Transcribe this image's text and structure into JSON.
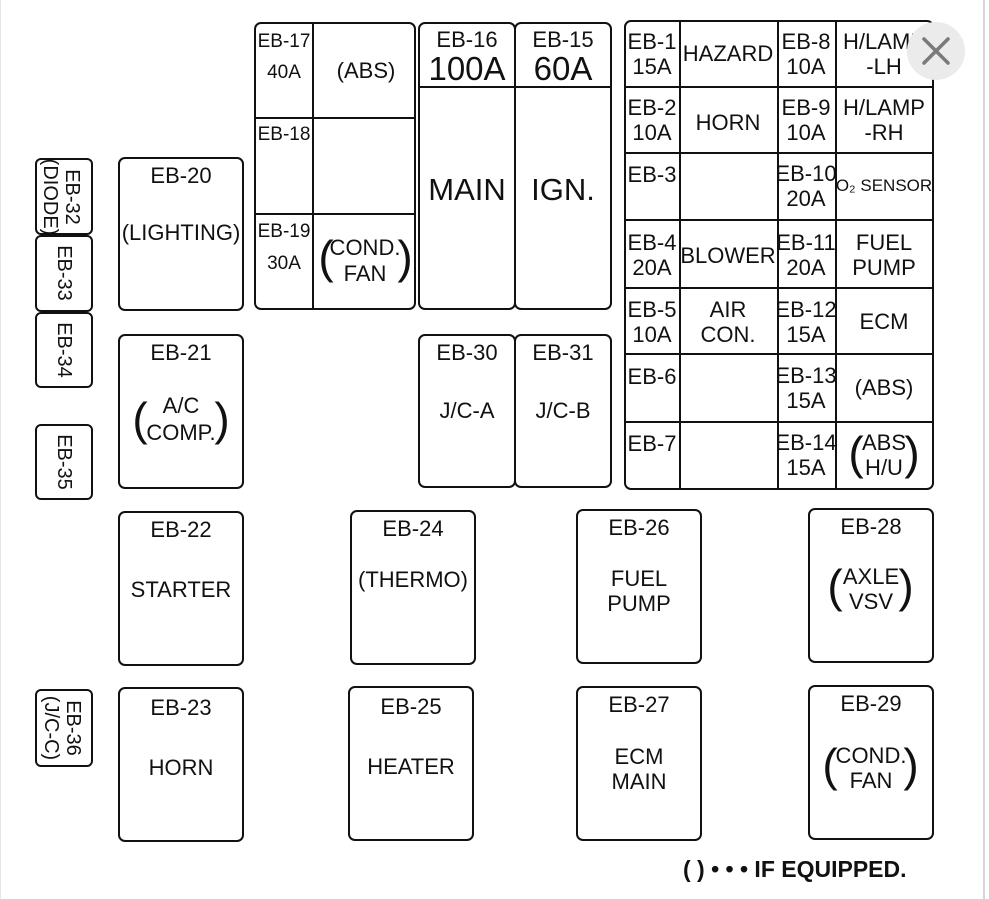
{
  "diagram": {
    "block_a": {
      "eb17": {
        "id": "EB-17",
        "amp": "40A",
        "label": "(ABS)"
      },
      "eb18": {
        "id": "EB-18"
      },
      "eb19": {
        "id": "EB-19",
        "amp": "30A",
        "label_l1": "COND.",
        "label_l2": "FAN"
      },
      "eb16": {
        "id": "EB-16",
        "amp": "100A",
        "label": "MAIN"
      },
      "eb15": {
        "id": "EB-15",
        "amp": "60A",
        "label": "IGN."
      }
    },
    "block_b": {
      "eb1": {
        "id": "EB-1",
        "amp": "15A",
        "label": "HAZARD"
      },
      "eb2": {
        "id": "EB-2",
        "amp": "10A",
        "label": "HORN"
      },
      "eb3": {
        "id": "EB-3"
      },
      "eb4": {
        "id": "EB-4",
        "amp": "20A",
        "label": "BLOWER"
      },
      "eb5": {
        "id": "EB-5",
        "amp": "10A",
        "label_l1": "AIR",
        "label_l2": "CON."
      },
      "eb6": {
        "id": "EB-6"
      },
      "eb7": {
        "id": "EB-7"
      },
      "eb8": {
        "id": "EB-8",
        "amp": "10A",
        "label_l1": "H/LAMP",
        "label_l2": "-LH"
      },
      "eb9": {
        "id": "EB-9",
        "amp": "10A",
        "label_l1": "H/LAMP",
        "label_l2": "-RH"
      },
      "eb10": {
        "id": "EB-10",
        "amp": "20A",
        "label": "O₂ SENSOR"
      },
      "eb11": {
        "id": "EB-11",
        "amp": "20A",
        "label_l1": "FUEL",
        "label_l2": "PUMP"
      },
      "eb12": {
        "id": "EB-12",
        "amp": "15A",
        "label": "ECM"
      },
      "eb13": {
        "id": "EB-13",
        "amp": "15A",
        "label": "(ABS)"
      },
      "eb14": {
        "id": "EB-14",
        "amp": "15A",
        "label_l1": "ABS",
        "label_l2": "H/U"
      }
    },
    "eb20": {
      "id": "EB-20",
      "label": "(LIGHTING)"
    },
    "eb21": {
      "id": "EB-21",
      "label_l1": "A/C",
      "label_l2": "COMP."
    },
    "eb22": {
      "id": "EB-22",
      "label": "STARTER"
    },
    "eb23": {
      "id": "EB-23",
      "label": "HORN"
    },
    "eb24": {
      "id": "EB-24",
      "label": "(THERMO)"
    },
    "eb25": {
      "id": "EB-25",
      "label": "HEATER"
    },
    "eb26": {
      "id": "EB-26",
      "label_l1": "FUEL",
      "label_l2": "PUMP"
    },
    "eb27": {
      "id": "EB-27",
      "label_l1": "ECM",
      "label_l2": "MAIN"
    },
    "eb28": {
      "id": "EB-28",
      "label_l1": "AXLE",
      "label_l2": "VSV"
    },
    "eb29": {
      "id": "EB-29",
      "label_l1": "COND.",
      "label_l2": "FAN"
    },
    "eb30": {
      "id": "EB-30",
      "label": "J/C-A"
    },
    "eb31": {
      "id": "EB-31",
      "label": "J/C-B"
    },
    "eb32": {
      "id": "EB-32",
      "label": "(DIODE)"
    },
    "eb33": {
      "id": "EB-33"
    },
    "eb34": {
      "id": "EB-34"
    },
    "eb35": {
      "id": "EB-35"
    },
    "eb36": {
      "id": "EB-36",
      "label": "(J/C-C)"
    },
    "paren_left": "(",
    "paren_right": ")",
    "footnote": "( ) • • • IF EQUIPPED."
  },
  "viewer": {
    "close_icon": "close-icon"
  }
}
